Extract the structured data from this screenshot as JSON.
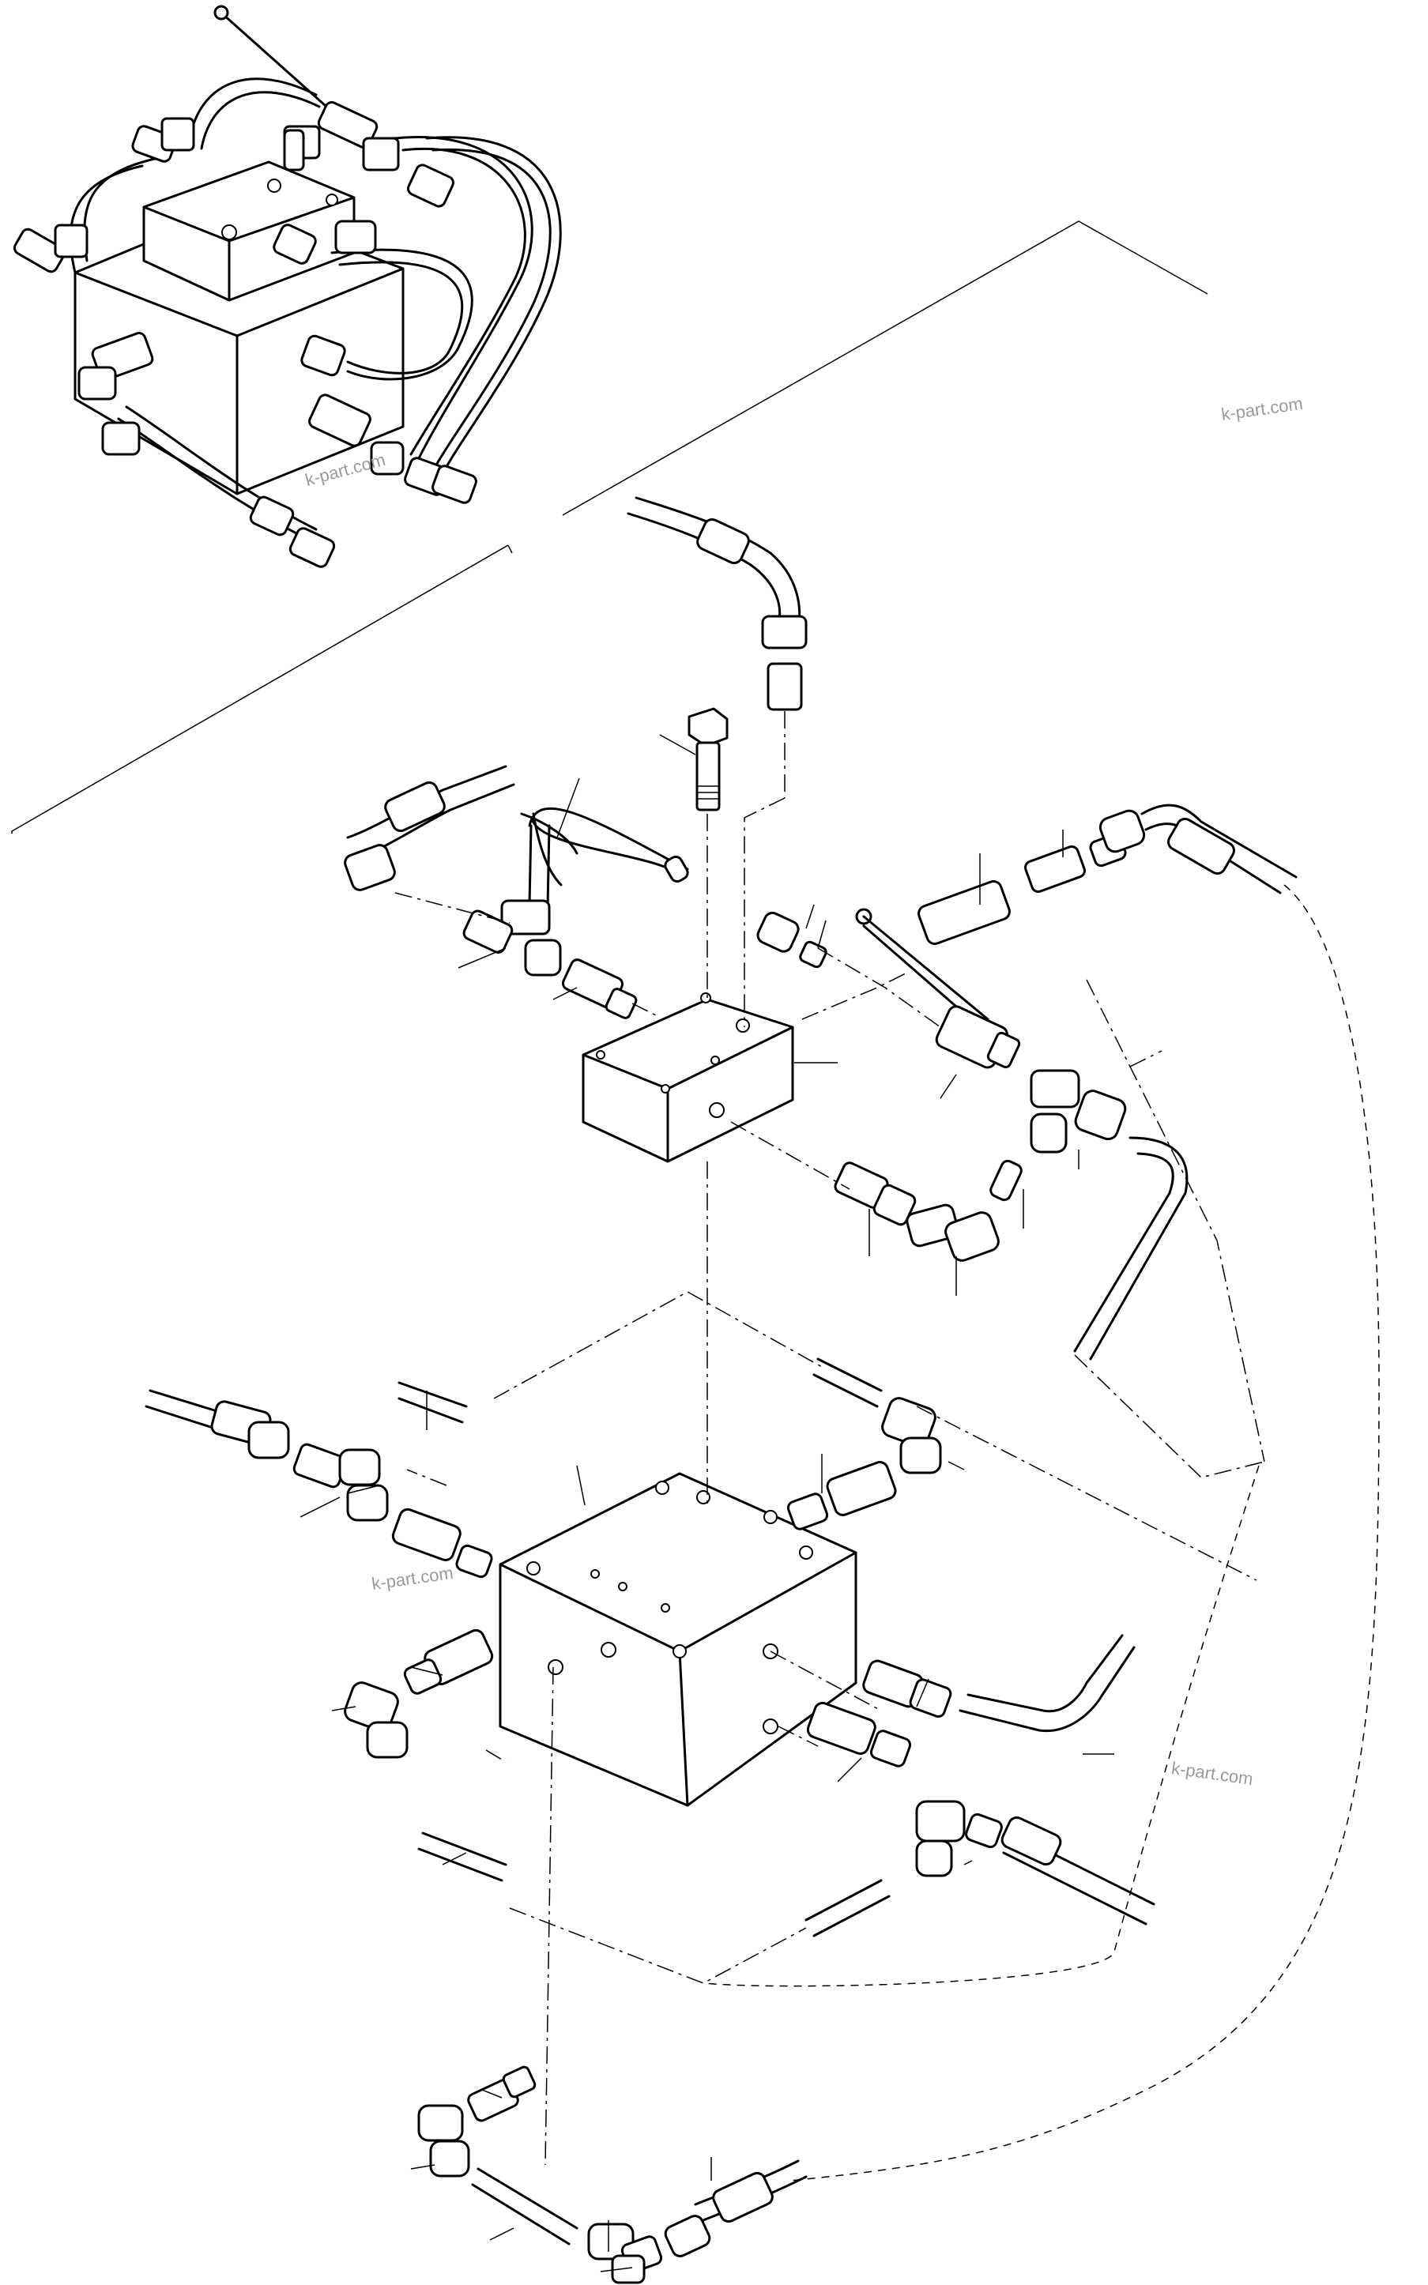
{
  "watermarks": [
    {
      "id": "wm-top-right",
      "text": "k-part.com"
    },
    {
      "id": "wm-inset",
      "text": "k-part.com"
    },
    {
      "id": "wm-lower-left",
      "text": "k-part.com"
    },
    {
      "id": "wm-lower-right",
      "text": "k-part.com"
    }
  ],
  "colors": {
    "line": "#000000",
    "watermark": "#9a9a9a",
    "background": "#ffffff"
  }
}
